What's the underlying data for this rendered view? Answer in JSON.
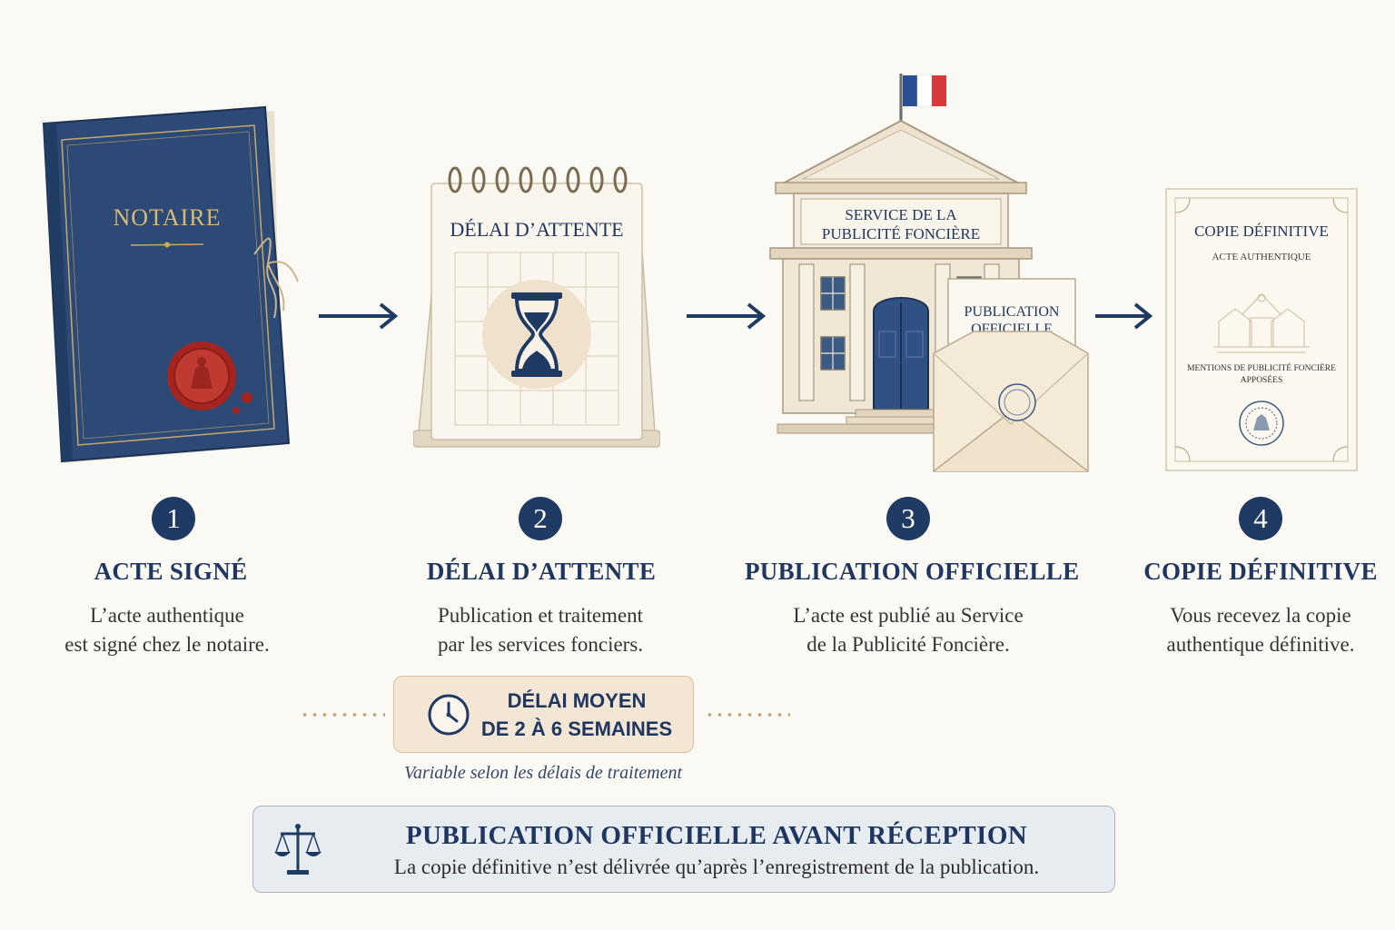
{
  "steps": [
    {
      "number": "1",
      "title": "ACTE SIGNÉ",
      "desc_line1": "L’acte authentique",
      "desc_line2": "est signé chez le notaire."
    },
    {
      "number": "2",
      "title": "DÉLAI D’ATTENTE",
      "desc_line1": "Publication et traitement",
      "desc_line2": "par les services fonciers."
    },
    {
      "number": "3",
      "title": "PUBLICATION OFFICIELLE",
      "desc_line1": "L’acte est publié au Service",
      "desc_line2": "de la Publicité Foncière."
    },
    {
      "number": "4",
      "title": "COPIE DÉFINITIVE",
      "desc_line1": "Vous recevez la copie",
      "desc_line2": "authentique définitive."
    }
  ],
  "illustrations": {
    "book_label": "NOTAIRE",
    "calendar_title": "DÉLAI D’ATTENTE",
    "building_sign_line1": "SERVICE DE LA",
    "building_sign_line2": "PUBLICITÉ FONCIÈRE",
    "letter_line1": "PUBLICATION",
    "letter_line2": "OFFICIELLE",
    "copy_title": "COPIE DÉFINITIVE",
    "copy_subtitle": "ACTE AUTHENTIQUE",
    "copy_mention_line1": "MENTIONS DE PUBLICITÉ FONCIÈRE",
    "copy_mention_line2": "APPOSÉES"
  },
  "delay": {
    "line1": "DÉLAI MOYEN",
    "line2": "DE 2 À 6 SEMAINES",
    "note": "Variable selon les délais de traitement"
  },
  "banner": {
    "title": "PUBLICATION OFFICIELLE AVANT RÉCEPTION",
    "subtitle": "La copie définitive n’est délivrée qu’après l’enregistrement de la publication."
  },
  "colors": {
    "navy": "#1f3a63",
    "wax_red": "#b5302a",
    "beige_box": "#f4e6d5",
    "banner_bg": "#e7ecf1",
    "flag_blue": "#2a4f93",
    "flag_red": "#d63a3a"
  },
  "icons": [
    "hourglass-icon",
    "clock-icon",
    "scales-icon",
    "arrow-right-icon",
    "french-flag-icon",
    "wax-seal-icon"
  ]
}
